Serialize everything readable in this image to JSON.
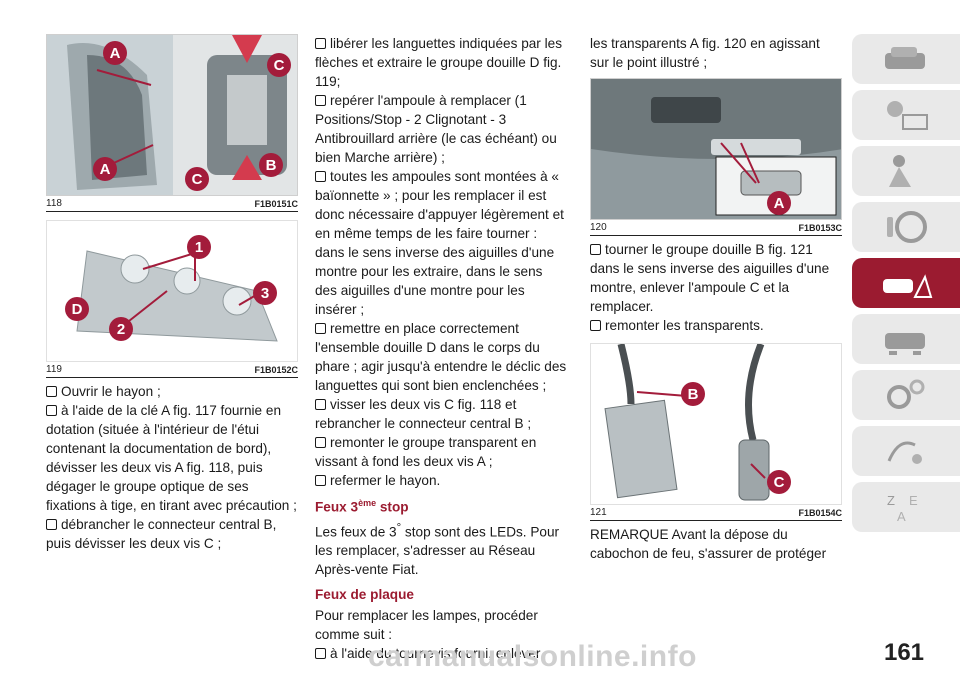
{
  "figures": {
    "f118": {
      "number": "118",
      "code": "F1B0151C",
      "labels": [
        "A",
        "C",
        "A",
        "C",
        "B"
      ]
    },
    "f119": {
      "number": "119",
      "code": "F1B0152C",
      "labels": [
        "1",
        "D",
        "3",
        "2"
      ]
    },
    "f120": {
      "number": "120",
      "code": "F1B0153C",
      "labels": [
        "A"
      ]
    },
    "f121": {
      "number": "121",
      "code": "F1B0154C",
      "labels": [
        "B",
        "C"
      ]
    }
  },
  "col1": {
    "b1": "Ouvrir le hayon ;",
    "b2": "à l'aide de la clé A fig. 117 fournie en dotation (située à l'intérieur de l'étui contenant la documentation de bord), dévisser les deux vis A fig. 118, puis dégager le groupe optique de ses fixations à tige, en tirant avec précaution ;",
    "b3": "débrancher le connecteur central B, puis dévisser les deux vis C ;"
  },
  "col2": {
    "b1": "libérer les languettes indiquées par les flèches et extraire le groupe douille D fig. 119;",
    "b2": "repérer l'ampoule à remplacer (1 Positions/Stop - 2 Clignotant - 3 Antibrouillard arrière (le cas échéant) ou bien Marche arrière) ;",
    "b3": "toutes les ampoules sont montées à « baïonnette » ; pour les remplacer il est donc nécessaire d'appuyer légèrement et en même temps de les faire tourner : dans le sens inverse des aiguilles d'une montre pour les extraire, dans le sens des aiguilles d'une montre pour les insérer ;",
    "b4": "remettre en place correctement l'ensemble douille D dans le corps du phare ; agir jusqu'à entendre le déclic des languettes qui sont bien enclenchées ;",
    "b5": "visser les deux vis C fig. 118 et rebrancher le connecteur central B ;",
    "b6": "remonter le groupe transparent en vissant à fond les deux vis A ;",
    "b7": "refermer le hayon.",
    "h1_pre": "Feux 3",
    "h1_sup": "ème",
    "h1_post": " stop",
    "p1_pre": "Les feux de 3",
    "p1_sup": "°",
    "p1_post": " stop sont des LEDs. Pour les remplacer, s'adresser au Réseau Après-vente Fiat.",
    "h2": "Feux de plaque",
    "p2": "Pour remplacer les lampes, procéder comme suit :",
    "b8": "à l'aide du tournevis fourni, enlever"
  },
  "col3": {
    "p1": "les transparents A fig. 120 en agissant sur le point illustré ;",
    "b1": "tourner le groupe douille B fig. 121 dans le sens inverse des aiguilles d'une montre, enlever l'ampoule C et la remplacer.",
    "b2": "remonter les transparents.",
    "p2": "REMARQUE Avant la dépose du cabochon de feu, s'assurer de protéger"
  },
  "sidebar": {
    "icons": [
      "car-dashboard-icon",
      "warning-lights-icon",
      "safety-airbag-icon",
      "steering-icon",
      "emergency-car-icon",
      "car-maintenance-icon",
      "gears-icon",
      "multimedia-icon",
      "index-icon"
    ],
    "active_index": 4
  },
  "page_number": "161",
  "watermark": "carmanualsonline.info",
  "colors": {
    "accent": "#9b1b30",
    "callout": "#a31c3b"
  }
}
